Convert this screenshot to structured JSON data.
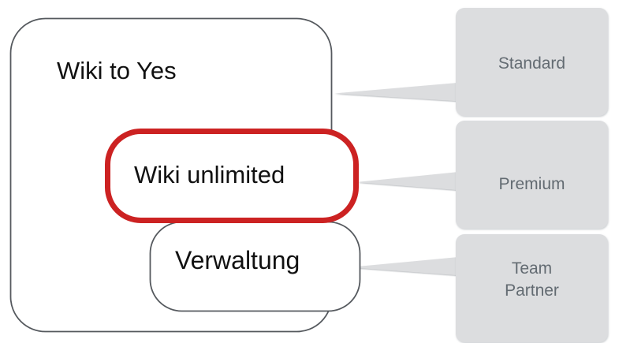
{
  "diagram": {
    "type": "nested-grouping-with-tiers",
    "nodes": [
      {
        "id": "wiki-to-yes",
        "label": "Wiki to Yes",
        "shape": "rounded-rectangle",
        "stroke": "#55595e",
        "fill": "#ffffff",
        "highlighted": false
      },
      {
        "id": "wiki-unlimited",
        "label": "Wiki unlimited",
        "shape": "rounded-rectangle",
        "stroke": "#cc2222",
        "fill": "#ffffff",
        "highlighted": true
      },
      {
        "id": "verwaltung",
        "label": "Verwaltung",
        "shape": "rounded-rectangle",
        "stroke": "#55595e",
        "fill": "#ffffff",
        "highlighted": false
      }
    ],
    "tiers": [
      {
        "id": "standard",
        "label": "Standard",
        "fill": "#dcdddf",
        "text_color": "#636b72",
        "connects_to": "wiki-to-yes"
      },
      {
        "id": "premium",
        "label": "Premium",
        "fill": "#dcdddf",
        "text_color": "#636b72",
        "connects_to": "wiki-unlimited"
      },
      {
        "id": "team-partner",
        "label": "Team\nPartner",
        "line1": "Team",
        "line2": "Partner",
        "fill": "#dcdddf",
        "text_color": "#636b72",
        "connects_to": "verwaltung"
      }
    ],
    "connectors": [
      {
        "id": "connector-standard",
        "from": "wiki-to-yes",
        "to": "standard",
        "style": "tapered-wedge",
        "fill": "#dcdddf"
      },
      {
        "id": "connector-premium",
        "from": "wiki-unlimited",
        "to": "premium",
        "style": "tapered-wedge",
        "fill": "#dcdddf"
      },
      {
        "id": "connector-team-partner",
        "from": "verwaltung",
        "to": "team-partner",
        "style": "tapered-wedge",
        "fill": "#dcdddf"
      }
    ],
    "colors": {
      "highlight": "#cc2222",
      "outline": "#55595e",
      "tier_fill": "#dcdddf",
      "tier_text": "#636b72",
      "node_text": "#111111",
      "background": "#ffffff"
    }
  }
}
